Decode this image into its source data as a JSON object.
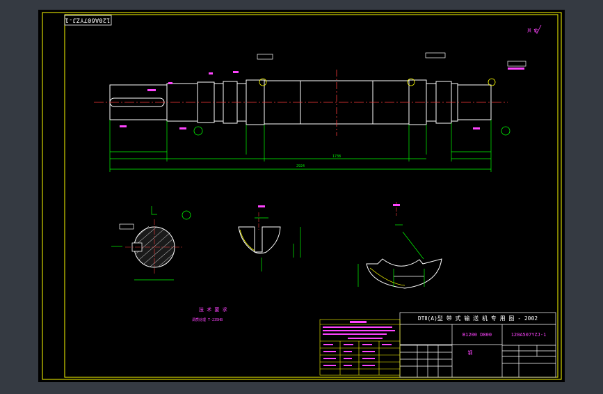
{
  "colors": {
    "background": "#353a42",
    "sheet": "#000000",
    "frame": "#ffff00",
    "outline": "#ffffff",
    "centerline": "#ff3b3b",
    "dimension": "#00ff00",
    "annotation": "#ff44ff",
    "leader": "#00ffff"
  },
  "drawing": {
    "corner_code": "120A607YZJ-1",
    "top_right_note": "其 余",
    "notes_title": "技 术 要 求",
    "notes_line": "调质处理 T-235HB",
    "overall_length": "2924",
    "mid_length": "1738"
  },
  "title_block": {
    "title": "DTⅡ(A)型  带 式 输 送 机 专 用 图 - 2002",
    "spec": "B1200  D800",
    "drawing_no": "120A507YZJ-1",
    "material": "钢"
  },
  "icons": {
    "datum_a": "datum-circle-icon",
    "section_marker": "section-arrow-icon"
  }
}
